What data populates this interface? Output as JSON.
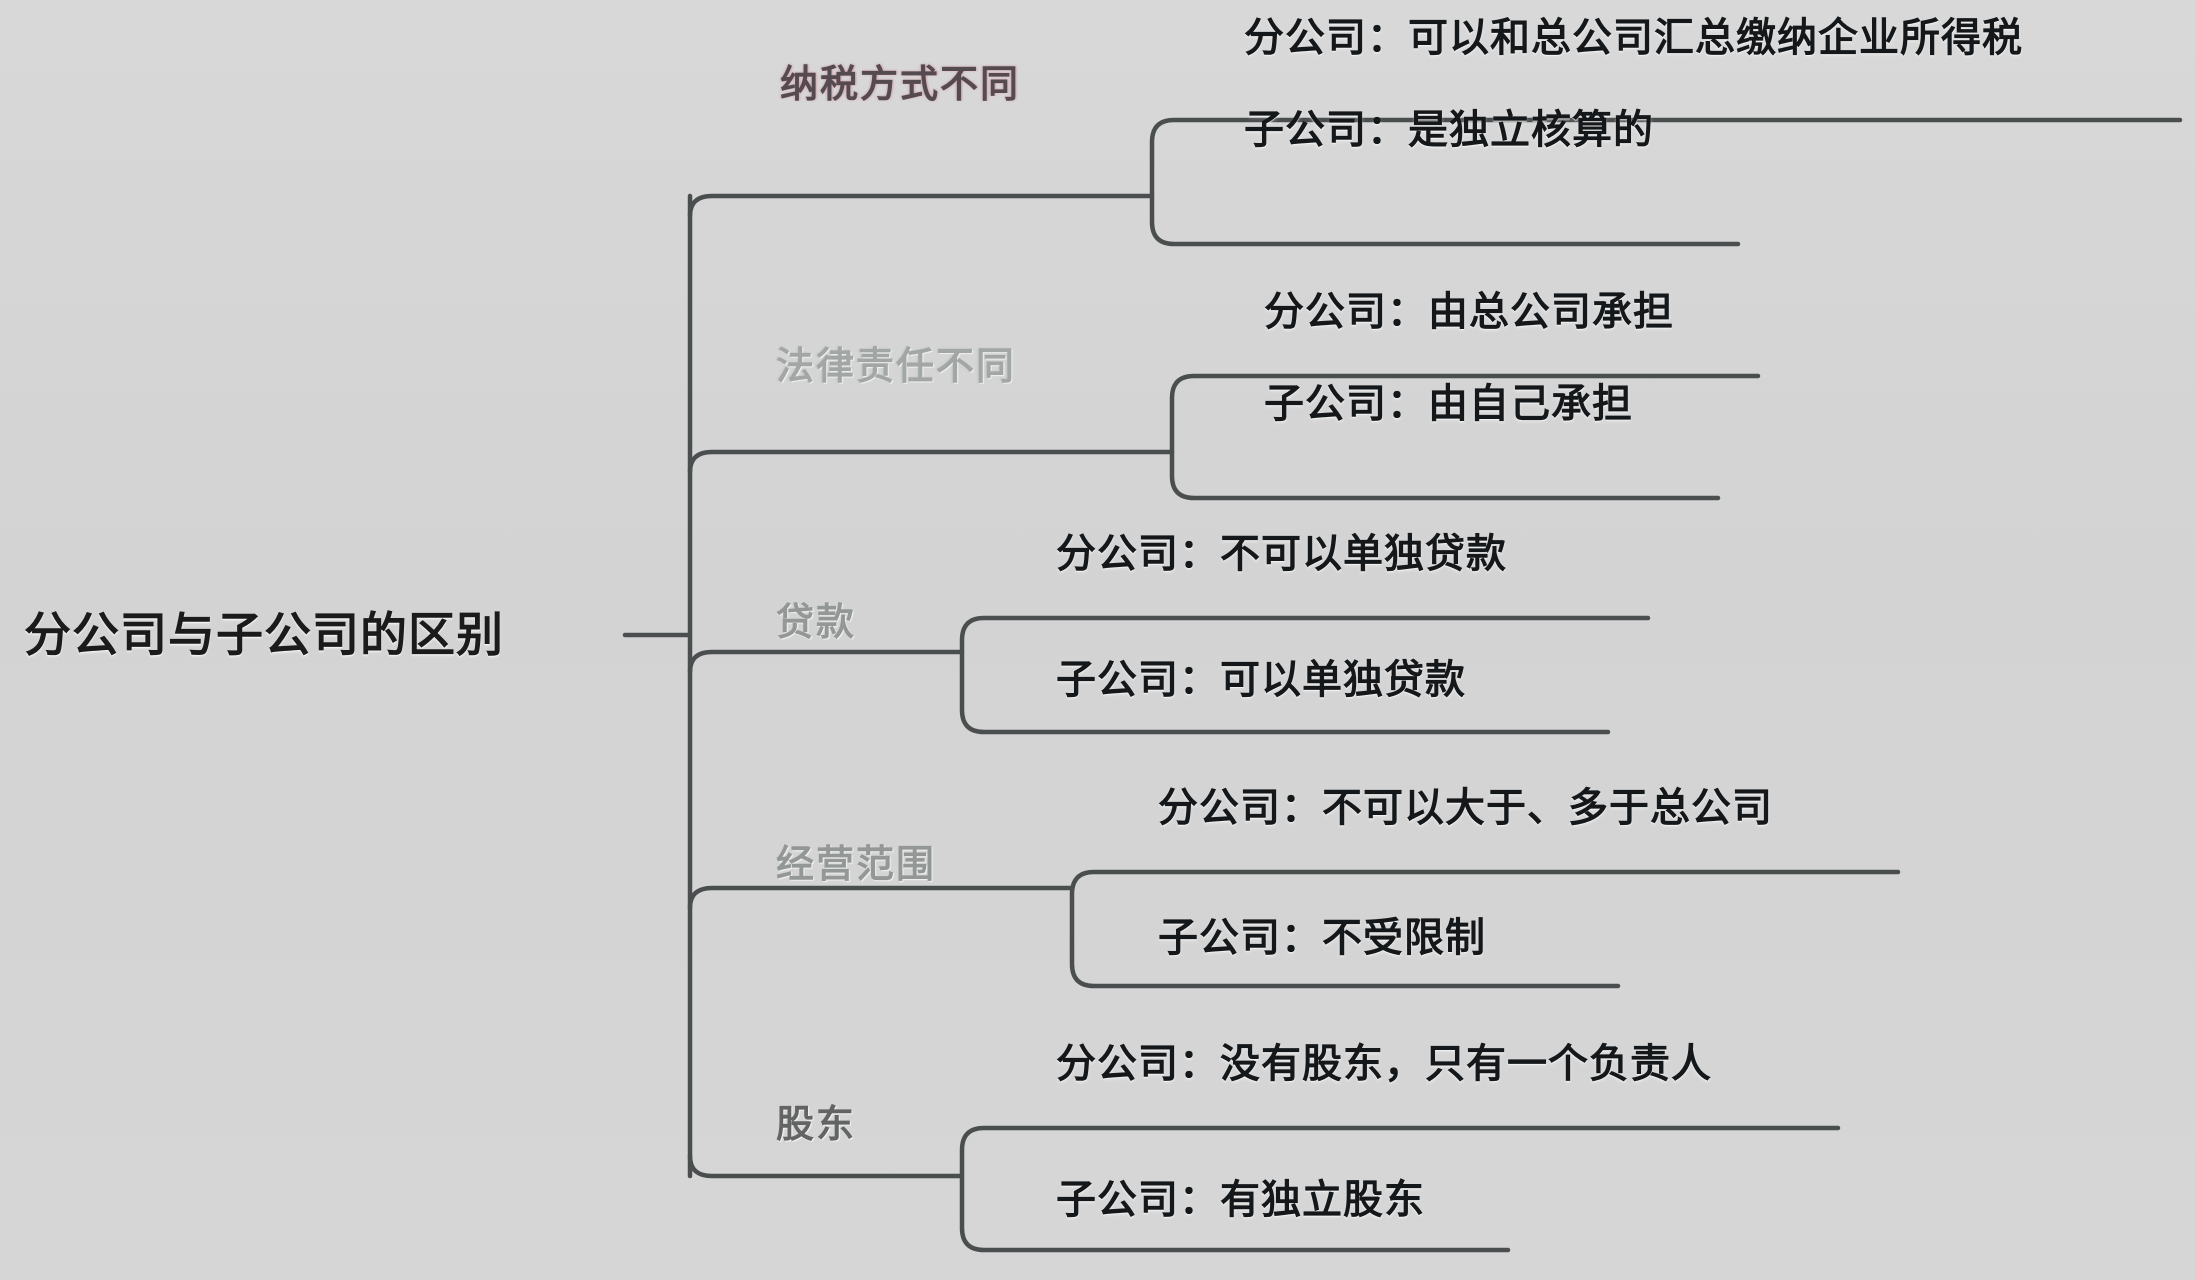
{
  "diagram": {
    "type": "mindmap",
    "title": "分公司与子公司的区别",
    "root": {
      "label": "分公司与子公司的区别"
    },
    "branches": [
      {
        "label": "纳税方式不同",
        "tone": "pink",
        "children": [
          {
            "label": "分公司：可以和总公司汇总缴纳企业所得税"
          },
          {
            "label": "子公司：是独立核算的"
          }
        ]
      },
      {
        "label": "法律责任不同",
        "tone": "faint",
        "children": [
          {
            "label": "分公司：由总公司承担"
          },
          {
            "label": "子公司：由自己承担"
          }
        ]
      },
      {
        "label": "贷款",
        "tone": "gray",
        "children": [
          {
            "label": "分公司：不可以单独贷款"
          },
          {
            "label": "子公司：可以单独贷款"
          }
        ]
      },
      {
        "label": "经营范围",
        "tone": "gray",
        "children": [
          {
            "label": "分公司：不可以大于、多于总公司"
          },
          {
            "label": "子公司：不受限制"
          }
        ]
      },
      {
        "label": "股东",
        "tone": "dark",
        "children": [
          {
            "label": "分公司：没有股东，只有一个负责人"
          },
          {
            "label": "子公司：有独立股东"
          }
        ]
      }
    ]
  },
  "colors": {
    "background": "#d5d5d5",
    "connector": "#4b4e4f",
    "root_text": "#1b1b1b",
    "leaf_text": "#15181a",
    "branch_pink": "#4a3f44",
    "branch_faint": "#9a9e9c"
  }
}
